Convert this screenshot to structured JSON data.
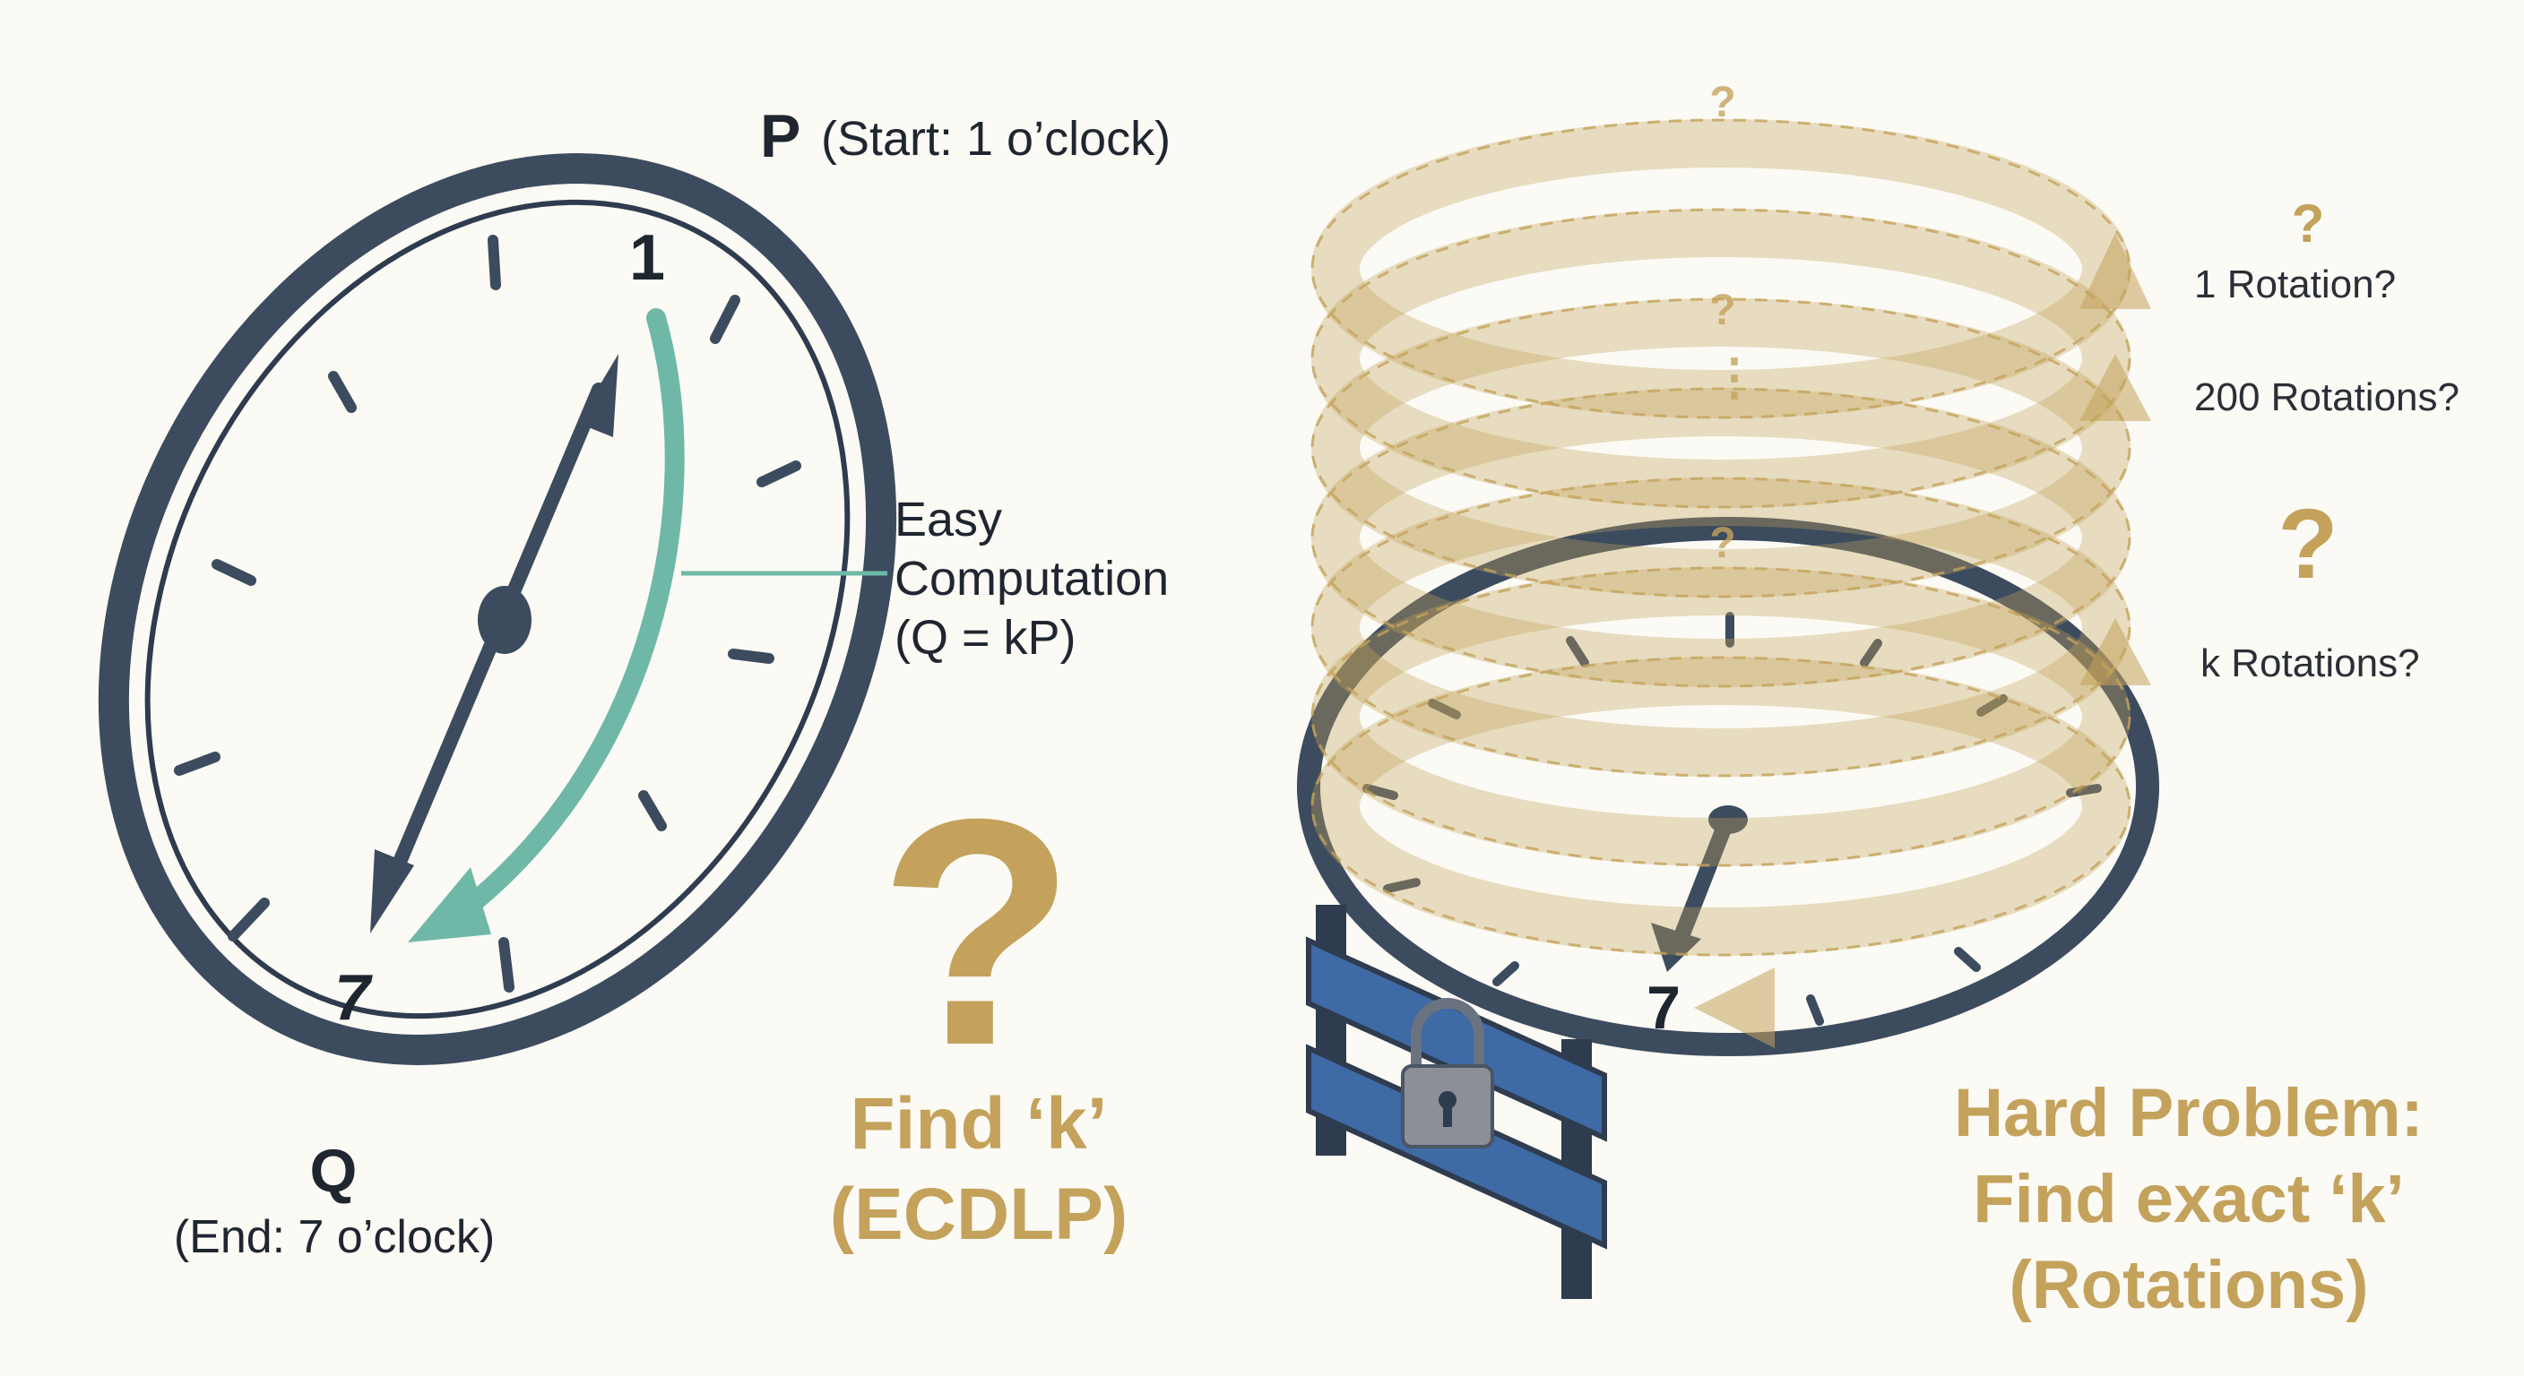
{
  "labels": {
    "p_letter": "P",
    "p_caption": "(Start: 1 o’clock)",
    "q_letter": "Q",
    "q_caption": "(End: 7 o’clock)",
    "clock_num_1": "1",
    "clock_num_7": "7",
    "easy_line1": "Easy",
    "easy_line2": "Computation",
    "easy_line3": "(Q = kP)",
    "find_k_line1": "Find ‘k’",
    "find_k_line2": "(ECDLP)",
    "big_question": "?",
    "right_clock_7": "7",
    "rotation_1": "1 Rotation?",
    "rotation_200": "200 Rotations?",
    "rotation_k": "k Rotations?",
    "q_small_top": "?",
    "q_small_mid": "?",
    "q_small_low": "?",
    "q_side_top": "?",
    "q_side_big": "?",
    "dots": "⋮",
    "hard_line1": "Hard Problem:",
    "hard_line2": "Find exact ‘k’",
    "hard_line3": "(Rotations)"
  },
  "colors": {
    "clock_frame": "#3d4b5f",
    "teal_arrow": "#6fb8a8",
    "gold": "#c4a25c",
    "barrier_blue": "#3e6aa5",
    "barrier_dark": "#2f3b4e",
    "background": "#fbfaf4"
  },
  "icons": [
    "lock-icon",
    "barrier-icon",
    "clock-icon"
  ]
}
